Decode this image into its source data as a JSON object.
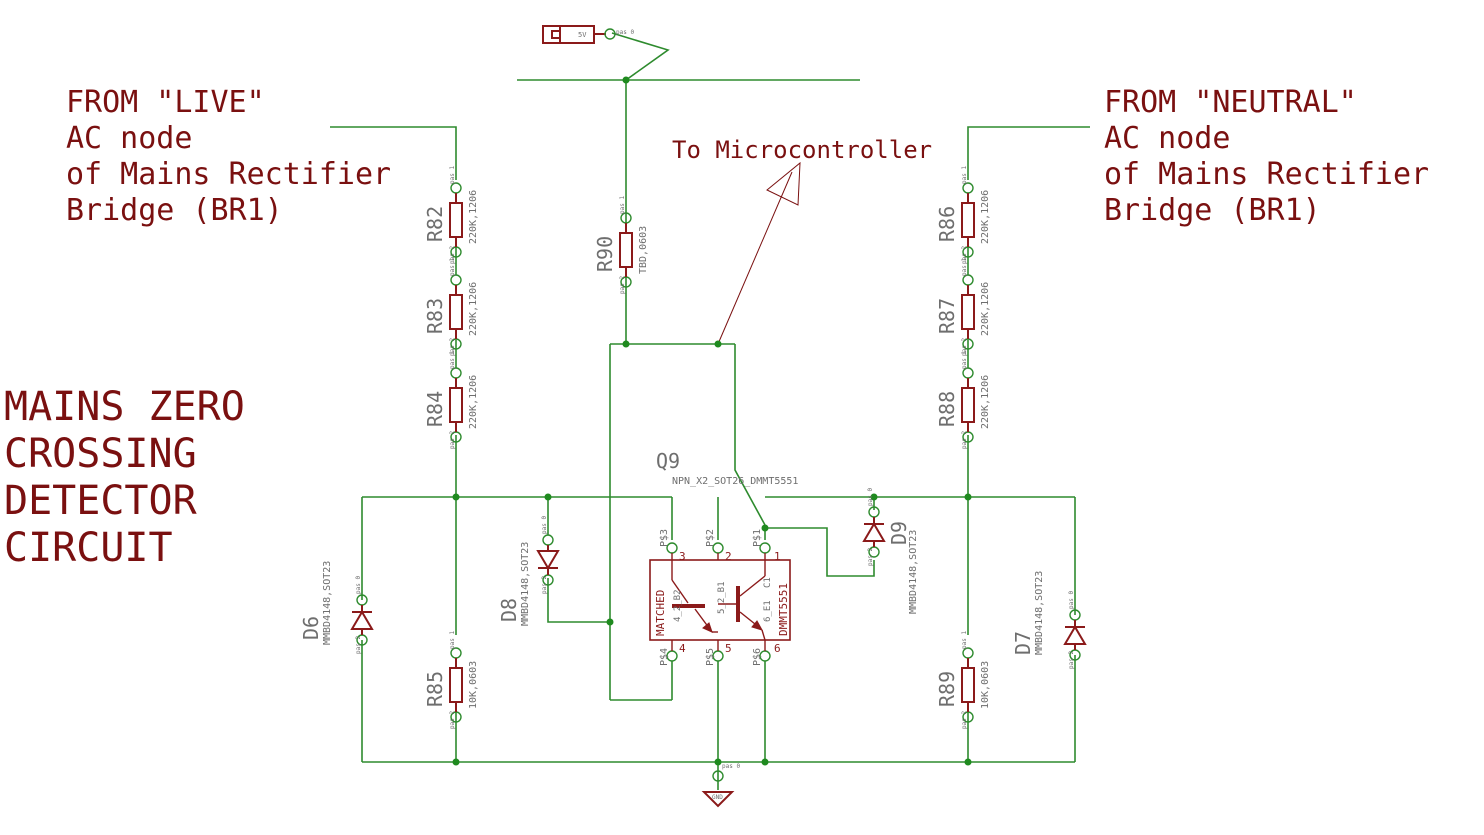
{
  "labels": {
    "title_lines": [
      "MAINS ZERO",
      "CROSSING",
      "DETECTOR",
      "CIRCUIT"
    ],
    "live_lines": [
      "FROM \"LIVE\"",
      "AC node",
      "of Mains Rectifier",
      "Bridge (BR1)"
    ],
    "neutral_lines": [
      "FROM \"NEUTRAL\"",
      "AC node",
      "of Mains Rectifier",
      "Bridge (BR1)"
    ],
    "micro": "To Microcontroller",
    "supply": "5V",
    "gnd": "GND"
  },
  "resistors": [
    {
      "ref": "R82",
      "value": "220K,1206"
    },
    {
      "ref": "R83",
      "value": "220K,1206"
    },
    {
      "ref": "R84",
      "value": "220K,1206"
    },
    {
      "ref": "R85",
      "value": "10K,0603"
    },
    {
      "ref": "R86",
      "value": "220K,1206"
    },
    {
      "ref": "R87",
      "value": "220K,1206"
    },
    {
      "ref": "R88",
      "value": "220K,1206"
    },
    {
      "ref": "R89",
      "value": "10K,0603"
    },
    {
      "ref": "R90",
      "value": "TBD,0603"
    }
  ],
  "diodes": [
    {
      "ref": "D6",
      "value": "MMBD4148,SOT23"
    },
    {
      "ref": "D7",
      "value": "MMBD4148,SOT23"
    },
    {
      "ref": "D8",
      "value": "MMBD4148,SOT23"
    },
    {
      "ref": "D9",
      "value": "MMBD4148,SOT23"
    }
  ],
  "transistor": {
    "ref": "Q9",
    "value": "NPN_X2_SOT26_DMMT5551",
    "body_left": "MATCHED",
    "body_right": "DMMT5551",
    "inner_b2": "4_2_B2",
    "inner_b1": "5_2_B1",
    "inner_e1": "6_E1",
    "inner_c1": "C1",
    "pins": [
      {
        "num": "3",
        "name": "P$3"
      },
      {
        "num": "2",
        "name": "P$2"
      },
      {
        "num": "1",
        "name": "P$1"
      },
      {
        "num": "4",
        "name": "P$4"
      },
      {
        "num": "5",
        "name": "P$5"
      },
      {
        "num": "6",
        "name": "P$6"
      }
    ]
  },
  "pin_labels": {
    "p1": "pas 1",
    "p2": "pas 2",
    "p0": "pas 0"
  }
}
